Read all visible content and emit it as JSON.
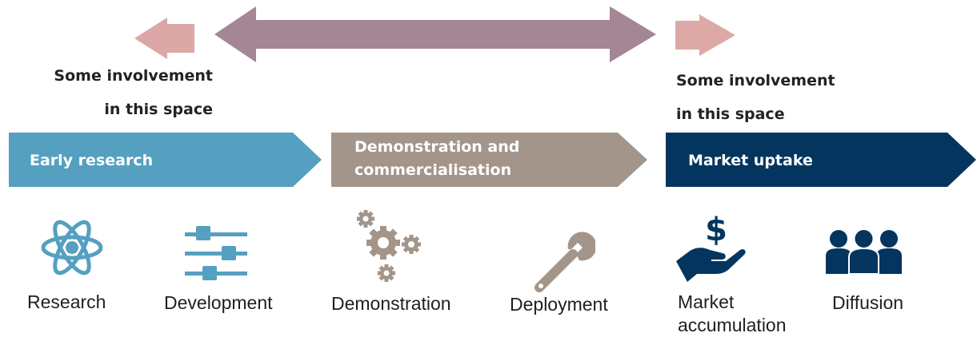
{
  "colors": {
    "early_research": "#55a0c0",
    "demonstration": "#a39589",
    "market_uptake": "#04355f",
    "left_arrow": "#dba7a7",
    "right_arrow": "#dca9a6",
    "double_arrow": "#a48695",
    "gear_icon": "#a39589",
    "text_dark": "#222222"
  },
  "involvement_notes": {
    "left": {
      "line1": "Some involvement",
      "line2": "in this space"
    },
    "right": {
      "line1": "Some involvement",
      "line2": "in this space"
    }
  },
  "phases": {
    "early_research": {
      "label": "Early research"
    },
    "demonstration": {
      "line1": "Demonstration and",
      "line2": "commercialisation"
    },
    "market_uptake": {
      "label": "Market uptake"
    }
  },
  "stages": {
    "research": {
      "label": "Research",
      "icon": "atom-icon"
    },
    "development": {
      "label": "Development",
      "icon": "sliders-icon"
    },
    "demonstration": {
      "label": "Demonstration",
      "icon": "gears-icon"
    },
    "deployment": {
      "label": "Deployment",
      "icon": "wrench-icon"
    },
    "market_accumulation": {
      "line1": "Market",
      "line2": "accumulation",
      "icon": "money-hand-icon"
    },
    "diffusion": {
      "label": "Diffusion",
      "icon": "people-icon"
    }
  }
}
